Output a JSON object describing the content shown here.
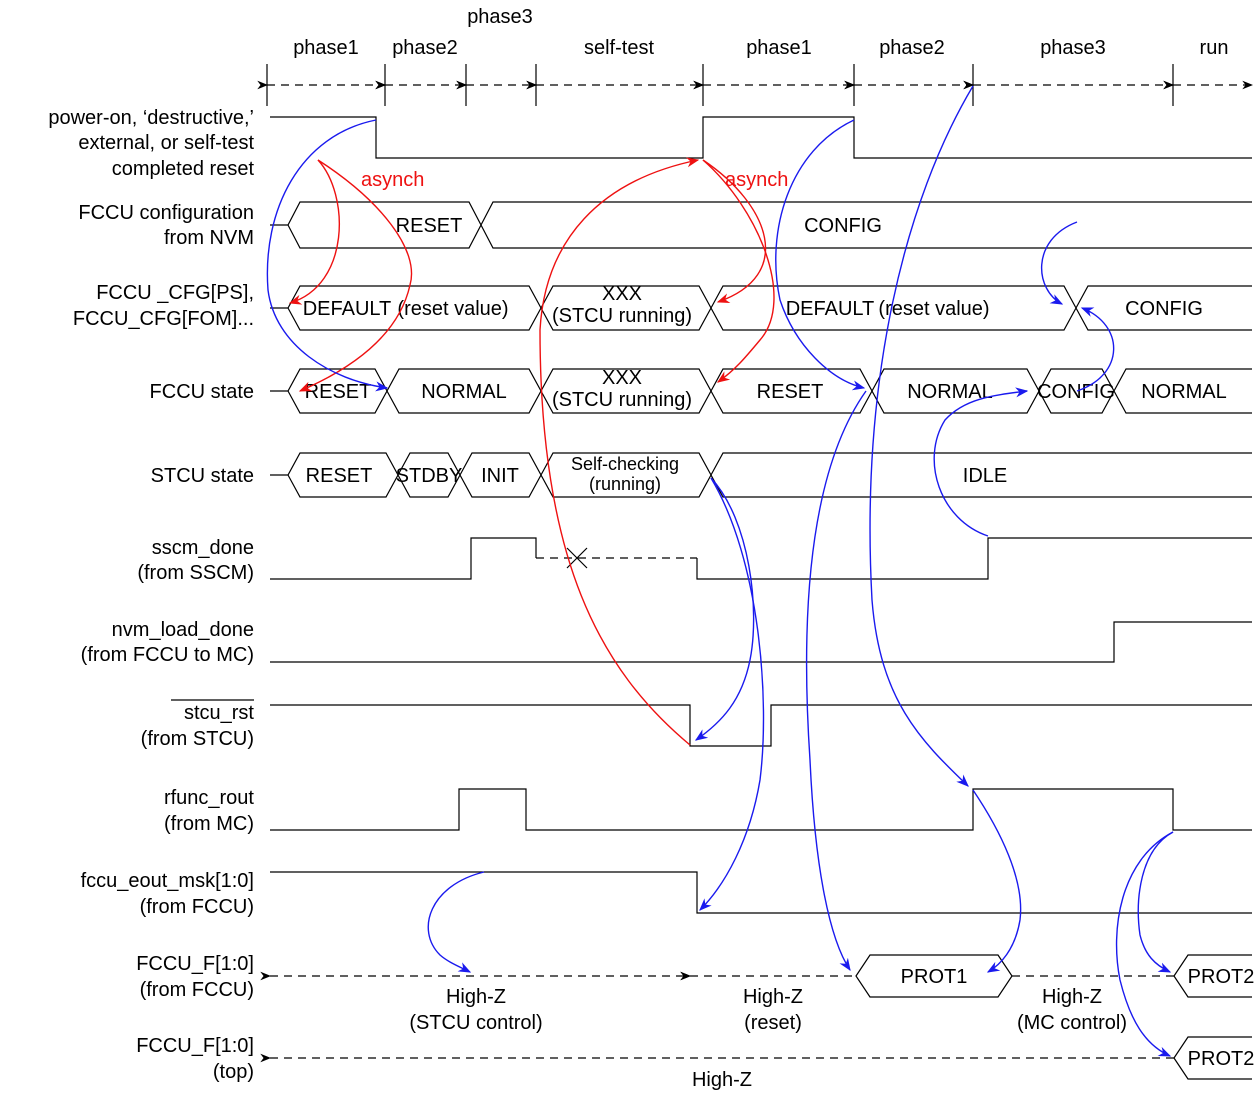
{
  "phases_top": [
    "phase1",
    "phase2",
    "phase3",
    "self-test",
    "phase1",
    "phase2",
    "phase3",
    "run"
  ],
  "signals": {
    "reset": [
      "power-on, ‘destructive,’",
      "external, or self-test",
      "completed reset"
    ],
    "fccu_cfg_nvm": [
      "FCCU configuration",
      "from NVM"
    ],
    "fccu_cfg_regs": [
      "FCCU _CFG[PS],",
      "FCCU_CFG[FOM]..."
    ],
    "fccu_state": [
      "FCCU state"
    ],
    "stcu_state": [
      "STCU state"
    ],
    "sscm_done": [
      "sscm_done",
      "(from SSCM)"
    ],
    "nvm_load_done": [
      "nvm_load_done",
      "(from FCCU to MC)"
    ],
    "stcu_rst": [
      "stcu_rst",
      "(from STCU)"
    ],
    "rfunc_rout": [
      "rfunc_rout",
      "(from MC)"
    ],
    "fccu_eout_msk": [
      "fccu_eout_msk[1:0]",
      "(from FCCU)"
    ],
    "fccu_f_fccu": [
      "FCCU_F[1:0]",
      "(from FCCU)"
    ],
    "fccu_f_top": [
      "FCCU_F[1:0]",
      "(top)"
    ]
  },
  "annotations": {
    "asynch_1": "asynch",
    "asynch_2": "asynch"
  },
  "bus_values": {
    "cfg_reset": "RESET",
    "cfg_config": "CONFIG",
    "regs_default_1": "DEFAULT",
    "regs_reset_value_1": "(reset value)",
    "regs_xxx": "XXX",
    "regs_stcu_running": "(STCU running)",
    "regs_default_2": "DEFAULT",
    "regs_reset_value_2": "(reset value)",
    "regs_config": "CONFIG",
    "fs_reset_1": "RESET",
    "fs_normal_1": "NORMAL",
    "fs_xxx": "XXX",
    "fs_stcu_running": "(STCU running)",
    "fs_reset_2": "RESET",
    "fs_normal_2": "NORMAL",
    "fs_config": "CONFIG",
    "fs_normal_3": "NORMAL",
    "ss_reset": "RESET",
    "ss_stdby": "STDBY",
    "ss_init": "INIT",
    "ss_selfcheck_1": "Self-checking",
    "ss_selfcheck_2": "(running)",
    "ss_idle": "IDLE",
    "prot1": "PROT1",
    "prot2_a": "PROT2",
    "prot2_b": "PROT2"
  },
  "highz": {
    "stcu_1": "High-Z",
    "stcu_2": "(STCU control)",
    "reset_1": "High-Z",
    "reset_2": "(reset)",
    "mc_1": "High-Z",
    "mc_2": "(MC control)",
    "top": "High-Z"
  },
  "colors": {
    "arrow_blue": "#1a1aee",
    "arrow_red": "#ee1111",
    "line": "#000000"
  }
}
